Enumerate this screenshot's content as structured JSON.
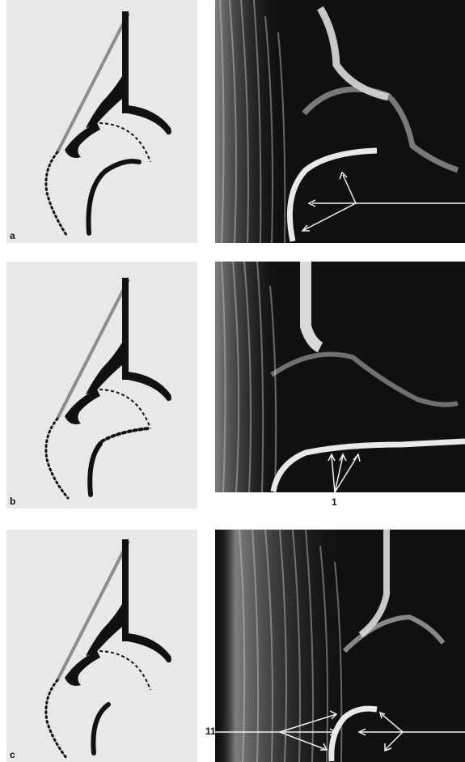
{
  "panels": [
    {
      "letter": "a"
    },
    {
      "letter": "b"
    },
    {
      "letter": "c"
    }
  ],
  "callouts": {
    "b_marker": "1",
    "c_marker": "11"
  },
  "colors": {
    "diagram_bg": "#e7e8ea",
    "ink": "#111111",
    "gray_line": "#8c8c8c",
    "ultrasound_bg": "#101010",
    "echo": "#e9e9e9"
  }
}
